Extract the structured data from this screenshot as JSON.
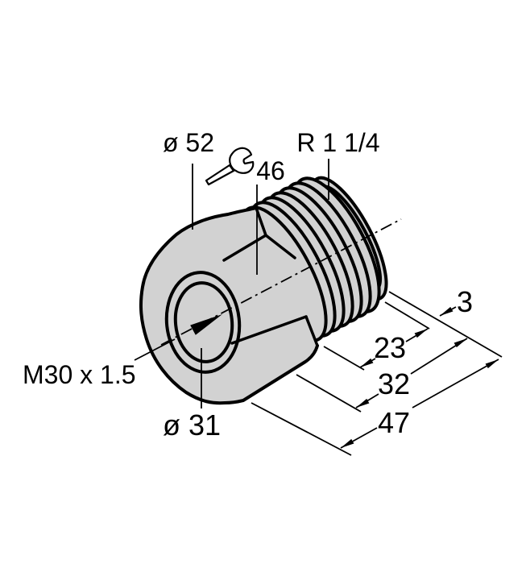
{
  "drawing": {
    "colors": {
      "background": "#ffffff",
      "body_fill": "#d2d2d2",
      "line": "#000000"
    },
    "labels": {
      "outer_diameter": "ø 52",
      "wrench_size": "46",
      "external_thread": "R 1 1/4",
      "internal_thread": "M30 x 1.5",
      "bore_diameter": "ø 31"
    },
    "dimensions": {
      "chamfer": "3",
      "thread_length": "23",
      "shank_length": "32",
      "total_length": "47"
    },
    "icons": {
      "wrench": "open-end-wrench"
    }
  }
}
